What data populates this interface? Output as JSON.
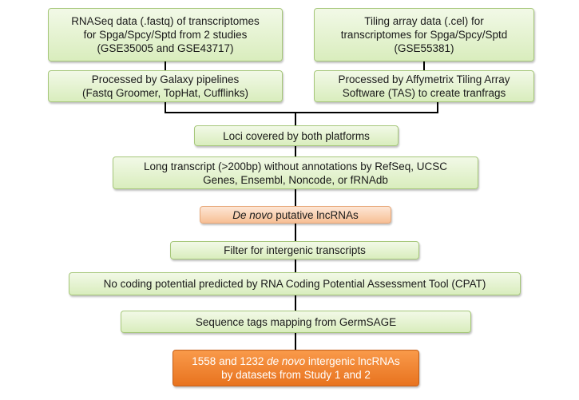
{
  "nodes": {
    "rnaseq": {
      "lines": [
        {
          "pre": "RNASeq data (.fastq) of transcriptomes",
          "em": "",
          "post": ""
        },
        {
          "pre": "for Spga/Spcy/Sptd from 2 studies",
          "em": "",
          "post": ""
        },
        {
          "pre": "(GSE35005 and GSE43717)",
          "em": "",
          "post": ""
        }
      ]
    },
    "tiling": {
      "lines": [
        {
          "pre": "Tiling array data (.cel) for",
          "em": "",
          "post": ""
        },
        {
          "pre": "transcriptomes for Spga/Spcy/Sptd",
          "em": "",
          "post": ""
        },
        {
          "pre": "(GSE55381)",
          "em": "",
          "post": ""
        }
      ]
    },
    "galaxy": {
      "lines": [
        {
          "pre": "Processed by Galaxy pipelines",
          "em": "",
          "post": ""
        },
        {
          "pre": "(Fastq Groomer, TopHat, Cufflinks)",
          "em": "",
          "post": ""
        }
      ]
    },
    "affymetrix": {
      "lines": [
        {
          "pre": "Processed by Affymetrix Tiling Array",
          "em": "",
          "post": ""
        },
        {
          "pre": "Software (TAS) to create tranfrags",
          "em": "",
          "post": ""
        }
      ]
    },
    "loci": {
      "lines": [
        {
          "pre": "Loci covered by both platforms",
          "em": "",
          "post": ""
        }
      ]
    },
    "long_transcript": {
      "lines": [
        {
          "pre": "Long transcript (>200bp) without annotations by RefSeq, UCSC",
          "em": "",
          "post": ""
        },
        {
          "pre": "Genes, Ensembl, Noncode, or fRNAdb",
          "em": "",
          "post": ""
        }
      ]
    },
    "denovo": {
      "lines": [
        {
          "pre": "",
          "em": "De novo",
          "post": " putative lncRNAs"
        }
      ]
    },
    "filter": {
      "lines": [
        {
          "pre": "Filter for intergenic transcripts",
          "em": "",
          "post": ""
        }
      ]
    },
    "cpat": {
      "lines": [
        {
          "pre": "No coding potential predicted by RNA Coding Potential Assessment Tool (CPAT)",
          "em": "",
          "post": ""
        }
      ]
    },
    "germsage": {
      "lines": [
        {
          "pre": "Sequence tags mapping from GermSAGE",
          "em": "",
          "post": ""
        }
      ]
    },
    "result": {
      "lines": [
        {
          "pre": "1558 and 1232 ",
          "em": "de novo",
          "post": " intergenic lncRNAs"
        },
        {
          "pre": "by datasets from Study 1 and 2",
          "em": "",
          "post": ""
        }
      ]
    }
  }
}
